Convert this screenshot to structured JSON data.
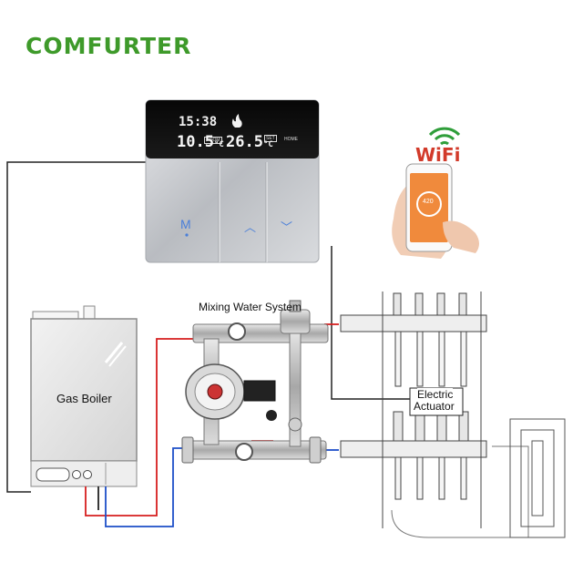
{
  "brand": {
    "name": "COMFURTER",
    "color": "#3e9a2a"
  },
  "thermostat": {
    "time": "15:38",
    "temp_current": "10.5",
    "temp_set": "26.5",
    "unit": "°C",
    "room_tag": "ROOM",
    "set_tag": "SET",
    "home_tag": "HOME",
    "mode_button": "M",
    "up_icon": "chevron-up-icon",
    "down_icon": "chevron-down-icon",
    "flame_icon": "flame-icon"
  },
  "wifi": {
    "label": "WiFi",
    "phone_temp": "420"
  },
  "labels": {
    "mixing_system": "Mixing Water System",
    "gas_boiler": "Gas Boiler",
    "electric": "Electric",
    "actuator": "Actuator"
  },
  "colors": {
    "hot_pipe": "#d61f1f",
    "cold_pipe": "#1d4fc8",
    "wire": "#222222"
  }
}
